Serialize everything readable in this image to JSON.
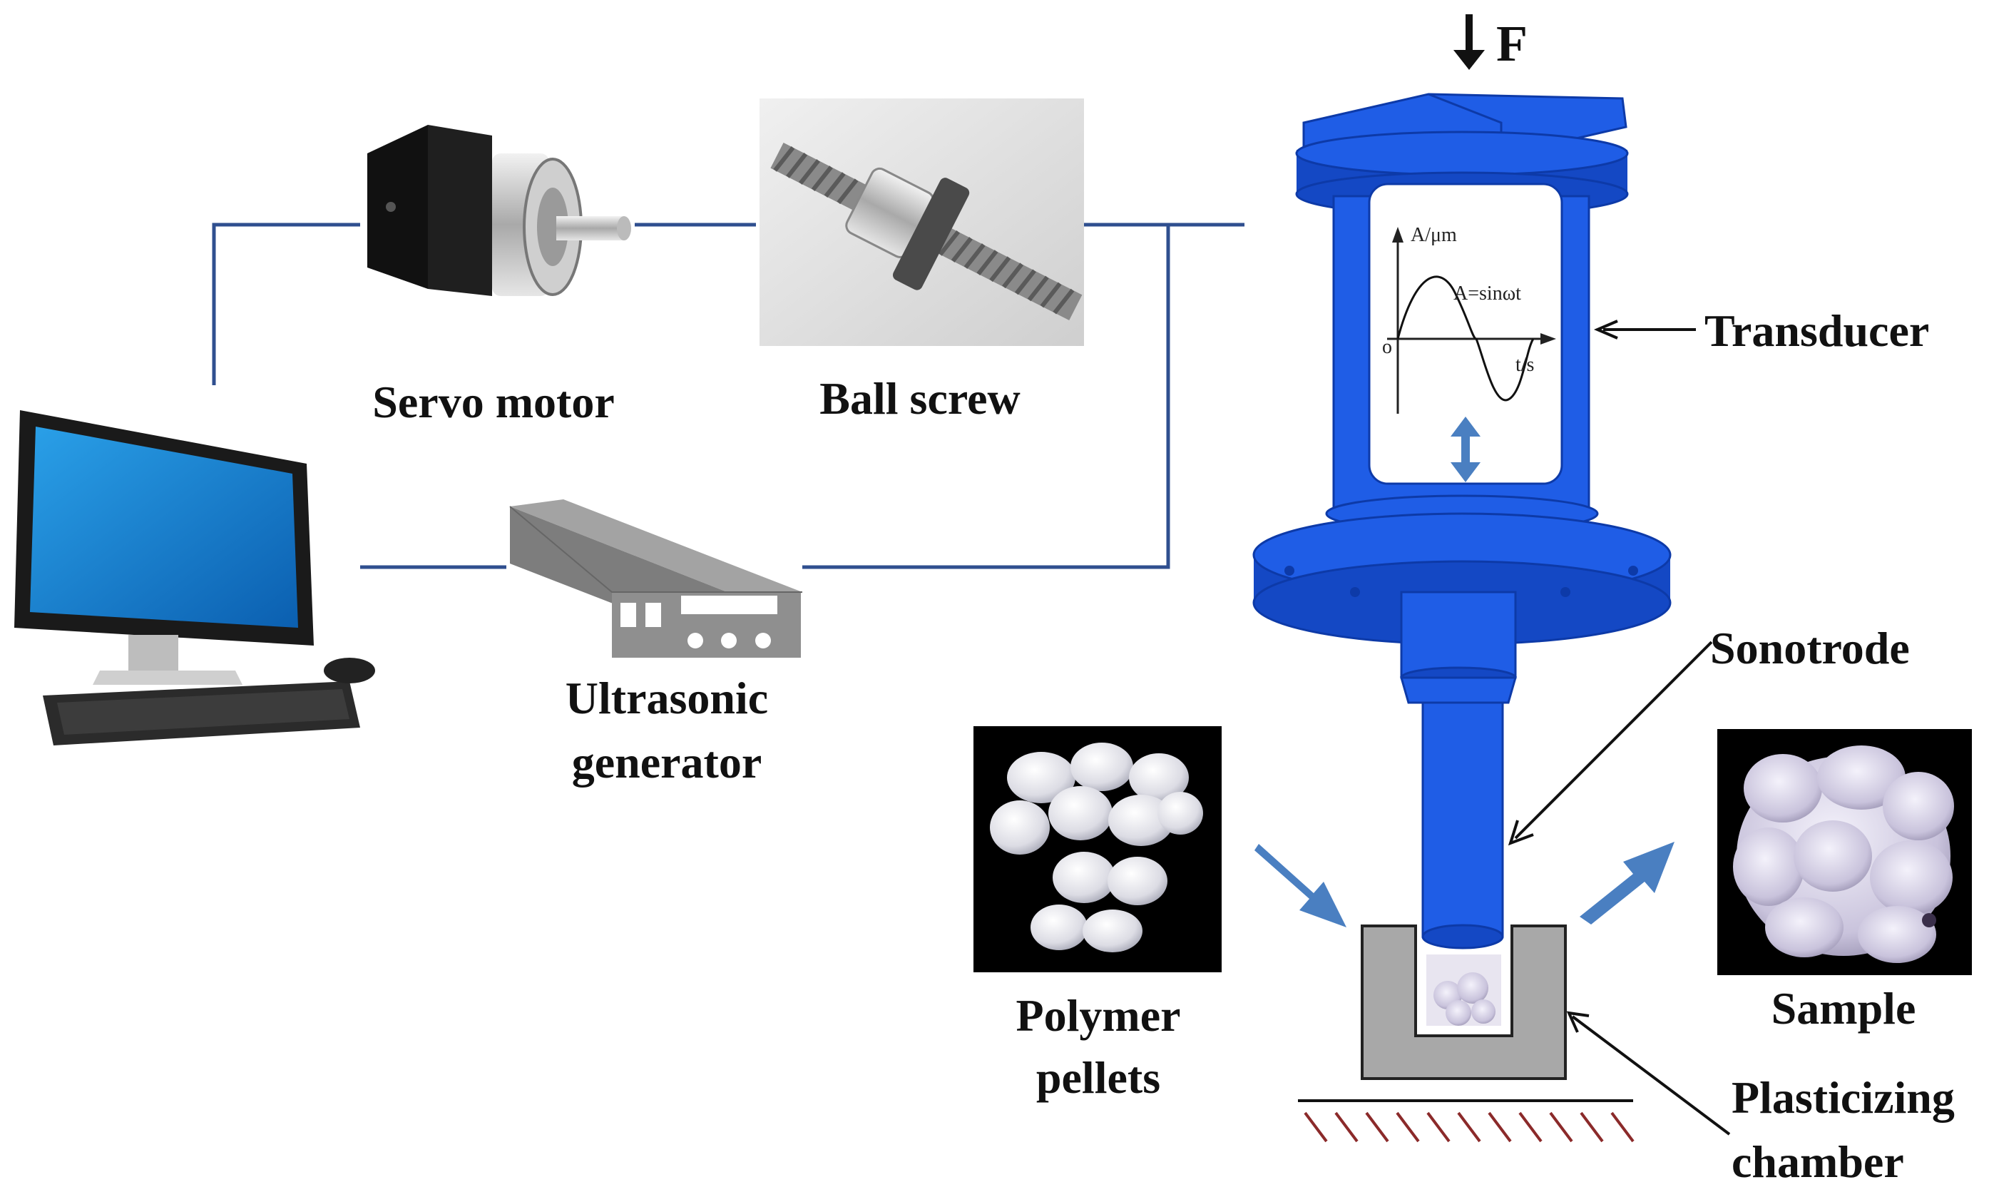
{
  "labels": {
    "force": "F",
    "servo_motor": "Servo motor",
    "ball_screw": "Ball screw",
    "ultrasonic_generator_line1": "Ultrasonic",
    "ultrasonic_generator_line2": "generator",
    "transducer": "Transducer",
    "sonotrode": "Sonotrode",
    "polymer_pellets_line1": "Polymer",
    "polymer_pellets_line2": "pellets",
    "sample": "Sample",
    "plasticizing_chamber_line1": "Plasticizing",
    "plasticizing_chamber_line2": "chamber"
  },
  "waveform_inset": {
    "y_axis_label": "A/μm",
    "equation": "A=sinωt",
    "origin_label": "o",
    "x_axis_label": "t/s"
  },
  "colors": {
    "transducer_blue": "#1f5de6",
    "transducer_dark": "#1448c4",
    "connector_line": "#2f4f8f",
    "flow_arrow": "#4a7fc1",
    "generator_gray": "#8a8a8a",
    "chamber_gray": "#a8a8a8",
    "ground_hatch": "#8b2a2a"
  },
  "icons": [
    "desktop-computer-icon",
    "servo-motor-icon",
    "ball-screw-icon",
    "ultrasonic-generator-icon",
    "pellets-photo",
    "sample-photo"
  ]
}
